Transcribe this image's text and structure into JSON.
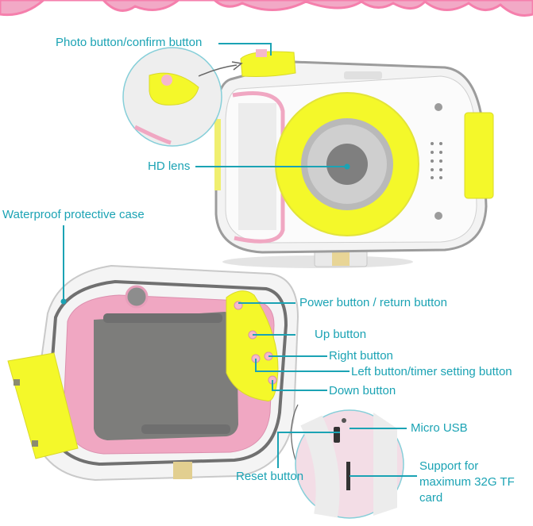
{
  "colors": {
    "accent_text": "#1ba3b4",
    "leader_line": "#1ba3b4",
    "banner_pink": "#f2a9c6",
    "banner_edge": "#f57fac",
    "case_yellow": "#f4f82a",
    "body_pink": "#f0a7c2",
    "screen_gray": "#7d7d7b"
  },
  "banner": {
    "shape": "scalloped-pink-banner"
  },
  "callouts": {
    "photo_button": "Photo button/confirm button",
    "hd_lens": "HD lens",
    "waterproof_case": "Waterproof protective case",
    "power_button": "Power button / return button",
    "up_button": "Up button",
    "right_button": "Right button",
    "left_button": "Left button/timer setting button",
    "down_button": "Down button",
    "micro_usb": "Micro USB",
    "reset_button": "Reset button",
    "tf_card": "Support for maximum 32G TF card"
  },
  "illustrations": {
    "front_view": "camera-front-in-waterproof-case",
    "back_view": "camera-back-in-waterproof-case",
    "shutter_detail": "shutter-button-magnified-circle",
    "port_detail": "side-ports-magnified-circle"
  }
}
